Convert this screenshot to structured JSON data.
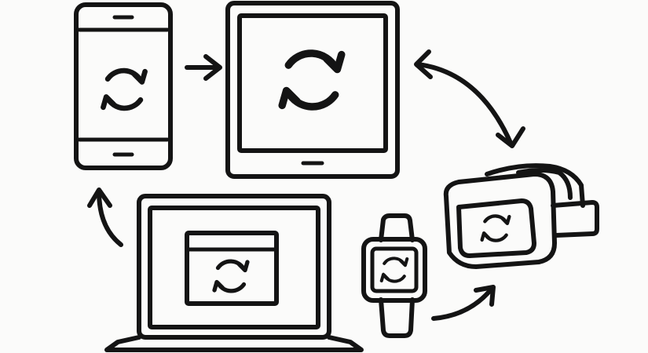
{
  "diagram": {
    "style": "hand-drawn line art",
    "colors": {
      "ink": "#141414",
      "background": "#fbfbfa"
    },
    "devices": [
      {
        "id": "smartphone",
        "icon": "sync-icon"
      },
      {
        "id": "tablet",
        "icon": "sync-icon"
      },
      {
        "id": "laptop",
        "icon": "sync-icon"
      },
      {
        "id": "smartwatch",
        "icon": "sync-icon"
      },
      {
        "id": "vr-headset",
        "icon": "sync-icon"
      }
    ],
    "connections": [
      {
        "from": "smartphone",
        "to": "tablet",
        "direction": "one-way"
      },
      {
        "from": "tablet",
        "to": "vr-headset",
        "direction": "two-way"
      },
      {
        "from": "laptop",
        "to": "smartphone",
        "direction": "one-way"
      },
      {
        "from": "smartwatch",
        "to": "vr-headset",
        "direction": "one-way"
      }
    ]
  }
}
